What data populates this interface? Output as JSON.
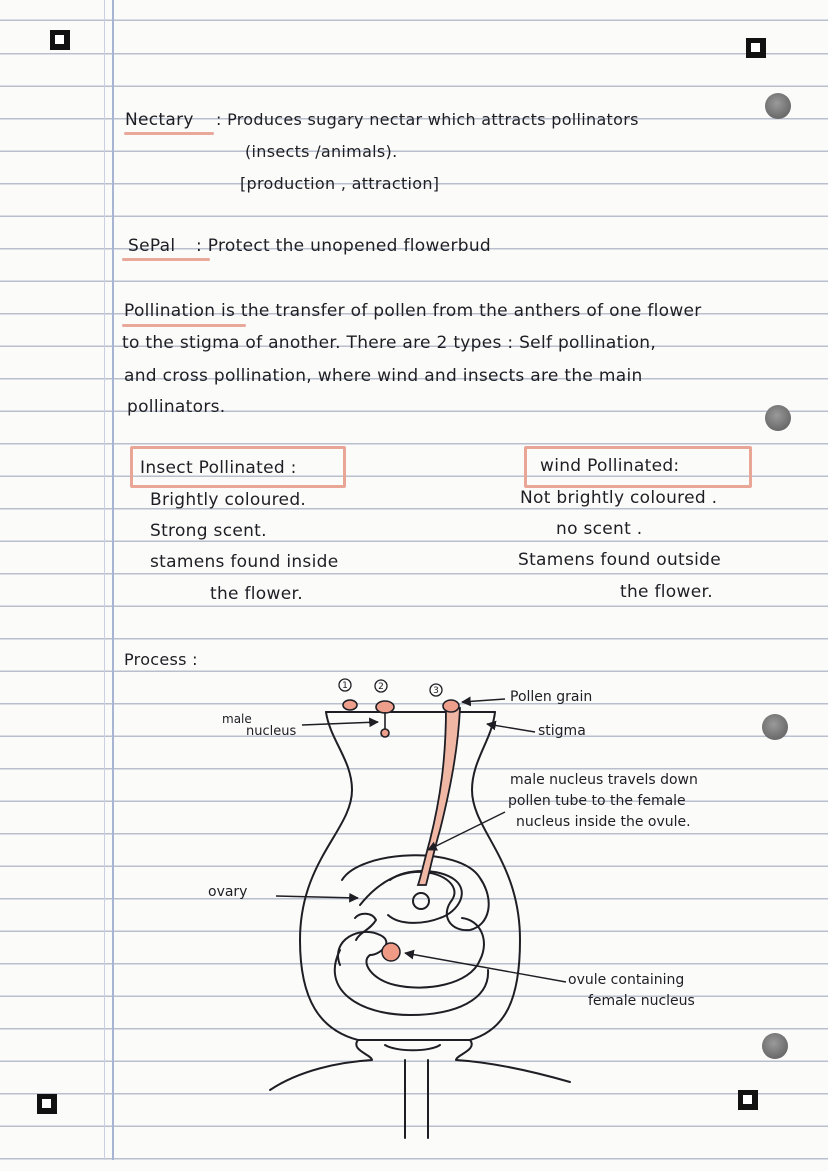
{
  "notes": {
    "nectary_term": "Nectary",
    "nectary_line1": ": Produces sugary nectar which attracts pollinators",
    "nectary_line2": "(insects /animals).",
    "nectary_line3": "[production , attraction]",
    "sepal_term": "SePal",
    "sepal_text": ": Protect the unopened flowerbud",
    "pollination_term": "Pollination",
    "pollination_line1": " is the transfer of pollen from the anthers of one flower",
    "pollination_line2": "to the stigma of another. There are 2 types : Self pollination,",
    "pollination_line3": "and cross pollination, where wind and insects are the main",
    "pollination_line4": "pollinators."
  },
  "insect": {
    "heading": "Insect Pollinated :",
    "items": [
      "Brightly coloured.",
      "Strong scent.",
      "stamens found inside",
      "the flower."
    ]
  },
  "wind": {
    "heading": "wind Pollinated:",
    "items": [
      "Not brightly coloured .",
      "no scent .",
      "Stamens found outside",
      "the flower."
    ]
  },
  "process": {
    "heading": "Process :",
    "step_numbers": [
      "1",
      "2",
      "3"
    ],
    "labels": {
      "pollen_grain": "Pollen grain",
      "stigma": "stigma",
      "male_nucleus_a": "male",
      "male_nucleus_b": "nucleus",
      "travel_1": "male nucleus travels down",
      "travel_2": "pollen tube to the female",
      "travel_3": "nucleus inside the ovule.",
      "ovary": "ovary",
      "ovule_1": "ovule containing",
      "ovule_2": "female nucleus"
    }
  },
  "colors": {
    "highlight": "#e8a89a",
    "ink": "#1e1e24",
    "rule": "#b9bfcc",
    "margin": "#a7b4d4",
    "pollen_tube": "#f1b7a5"
  }
}
